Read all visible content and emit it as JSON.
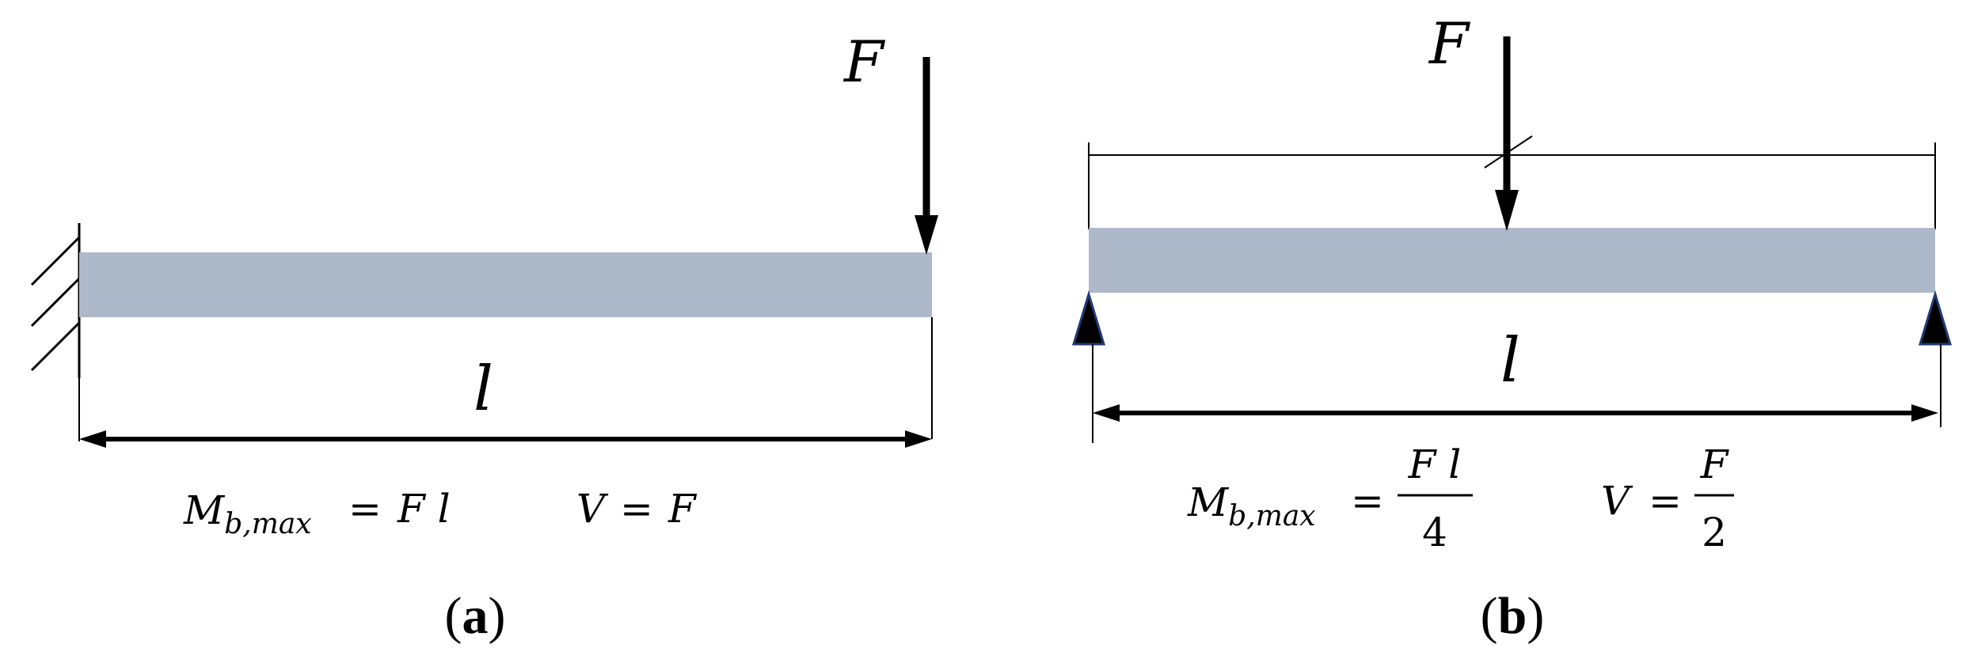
{
  "colors": {
    "beam": "#adb8c9",
    "ink": "#000000",
    "support_outline": "#1f3b73"
  },
  "panel_a": {
    "force_label": "F",
    "length_label": "l",
    "moment_symbol": "M",
    "moment_subscript": "b,max",
    "moment_equals": "=",
    "moment_value": "F l",
    "shear_symbol": "V",
    "shear_equals": "=",
    "shear_value": "F",
    "caption_open": "(",
    "caption_letter": "a",
    "caption_close": ")"
  },
  "panel_b": {
    "force_label": "F",
    "length_label": "l",
    "moment_symbol": "M",
    "moment_subscript": "b,max",
    "moment_equals": "=",
    "moment_numerator": "F l",
    "moment_denominator": "4",
    "shear_symbol": "V",
    "shear_equals": "=",
    "shear_numerator": "F",
    "shear_denominator": "2",
    "caption_open": "(",
    "caption_letter": "b",
    "caption_close": ")"
  }
}
